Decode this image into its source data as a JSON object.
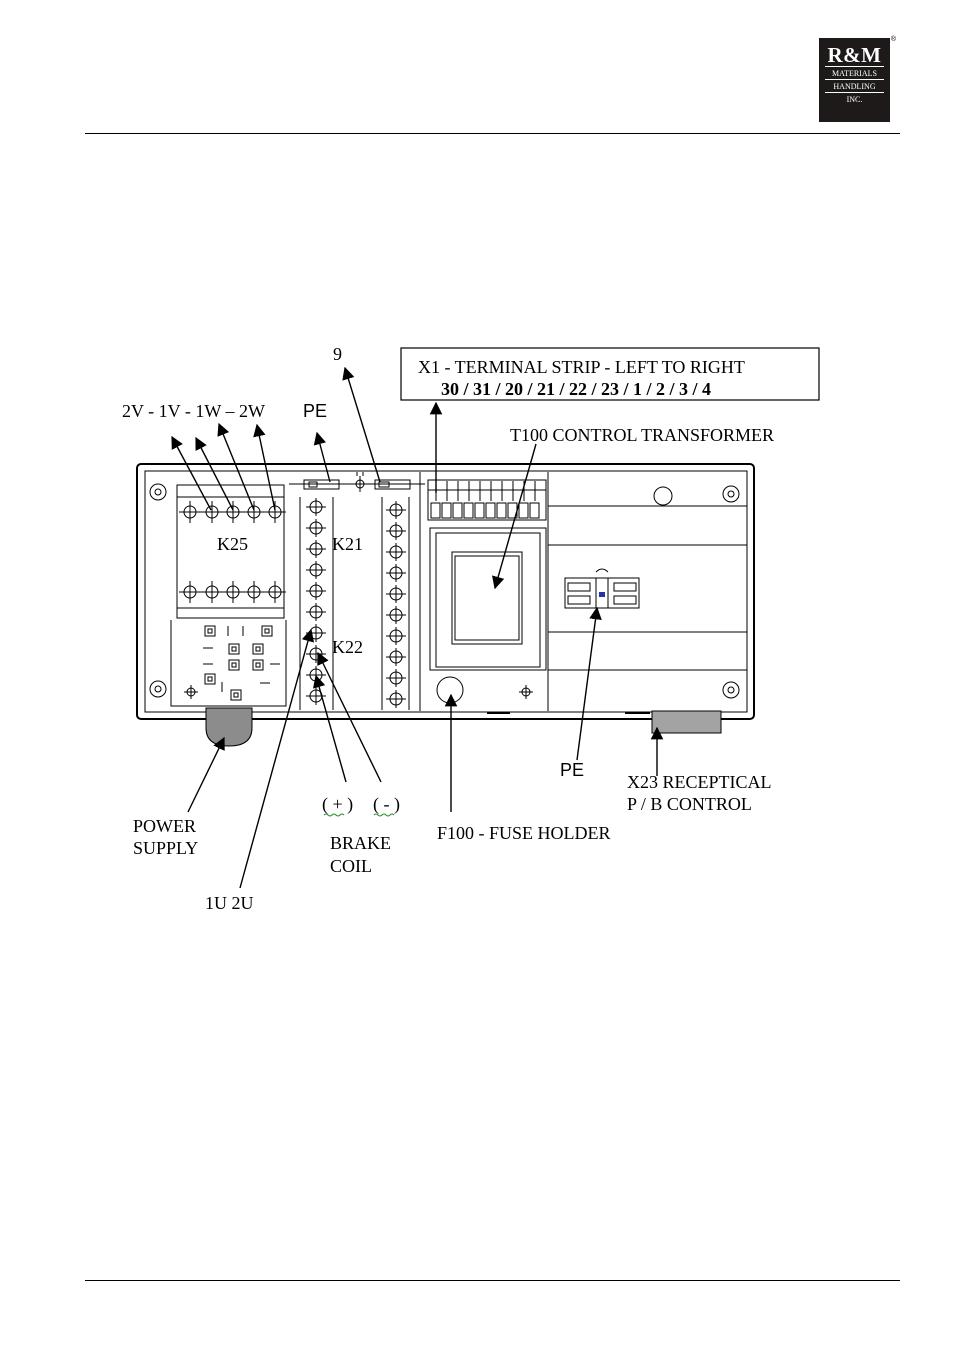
{
  "logo": {
    "brand": "R&M",
    "line1": "MATERIALS",
    "line2": "HANDLING",
    "line3": "INC.",
    "registered": "®"
  },
  "diagram": {
    "label_9": "9",
    "terminal_strip_line1": "X1 - TERMINAL STRIP - LEFT TO RIGHT",
    "terminal_strip_line2": "30 / 31 / 20 / 21 / 22 / 23 / 1 / 2 / 3 / 4",
    "motor_terminals": "2V - 1V - 1W – 2W",
    "pe_top": "PE",
    "transformer": "T100 CONTROL TRANSFORMER",
    "k25": "K25",
    "k21": "K21",
    "k22": "K22",
    "pe_bottom": "PE",
    "x23_line1": "X23 RECEPTICAL",
    "x23_line2": "P / B CONTROL",
    "brake_plus": "( + )",
    "brake_minus": "( - )",
    "power_line1": "POWER",
    "power_line2": "SUPPLY",
    "brake_line1": "BRAKE",
    "brake_line2": "COIL",
    "fuse": "F100 - FUSE HOLDER",
    "u_terminals": "1U 2U"
  }
}
